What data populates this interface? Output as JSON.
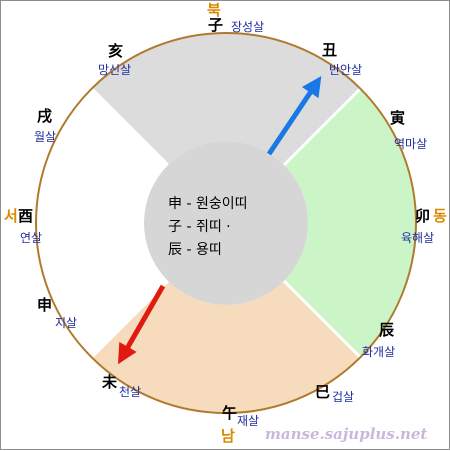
{
  "directions": {
    "north": "북",
    "south": "남",
    "east": "동",
    "west": "서"
  },
  "branches": [
    {
      "char": "子",
      "sal": "장성살"
    },
    {
      "char": "丑",
      "sal": "반안살"
    },
    {
      "char": "寅",
      "sal": "역마살"
    },
    {
      "char": "卯",
      "sal": "육해살"
    },
    {
      "char": "辰",
      "sal": "화개살"
    },
    {
      "char": "巳",
      "sal": "겁살"
    },
    {
      "char": "午",
      "sal": "재살"
    },
    {
      "char": "未",
      "sal": "천살"
    },
    {
      "char": "申",
      "sal": "지살"
    },
    {
      "char": "酉",
      "sal": "연살"
    },
    {
      "char": "戌",
      "sal": "월살"
    },
    {
      "char": "亥",
      "sal": "망신살"
    }
  ],
  "center": [
    {
      "branch": "申",
      "text": "- 원숭이띠"
    },
    {
      "branch": "子",
      "text": "- 쥐띠 ·"
    },
    {
      "branch": "辰",
      "text": "- 용띠"
    }
  ],
  "colors": {
    "north_sector": "#dcdcdc",
    "east_sector": "#ccf5c7",
    "south_sector": "#f6dcbc",
    "west_sector": "#ffffff",
    "center_disc": "#d6d6d6",
    "ring_stroke": "#b07a2e",
    "arrow_blue": "#1a78e6",
    "arrow_red": "#e01a10"
  },
  "watermark": "manse.sajuplus.net"
}
